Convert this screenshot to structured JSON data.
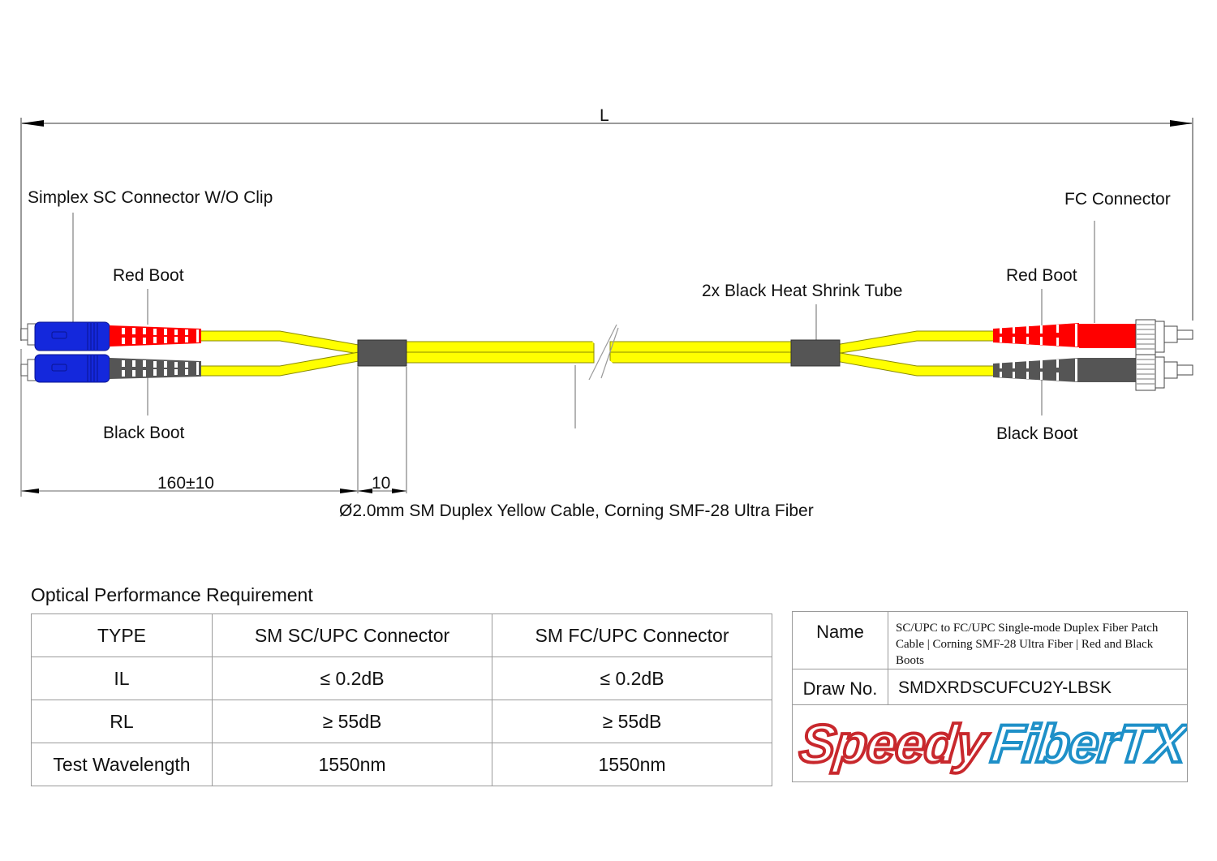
{
  "drawing": {
    "overall_length_label": "L",
    "labels": {
      "left_connector": "Simplex SC Connector W/O Clip",
      "left_red_boot": "Red Boot",
      "left_black_boot": "Black Boot",
      "heat_shrink": "2x Black Heat Shrink Tube",
      "right_connector": "FC Connector",
      "right_red_boot": "Red Boot",
      "right_black_boot": "Black Boot",
      "breakout_length": "160±10",
      "heat_shrink_length": "10",
      "cable_spec": "Ø2.0mm SM Duplex Yellow Cable, Corning SMF-28 Ultra Fiber"
    },
    "colors": {
      "cable": "#FFFF00",
      "sc_housing": "#1428DC",
      "red_boot": "#FF0000",
      "black_boot": "#555555",
      "heat_shrink": "#555555",
      "dimension_line": "#9a9a9a"
    }
  },
  "performance": {
    "title": "Optical Performance Requirement",
    "headers": [
      "TYPE",
      "SM SC/UPC Connector",
      "SM FC/UPC Connector"
    ],
    "rows": [
      [
        "IL",
        "≤ 0.2dB",
        "≤ 0.2dB"
      ],
      [
        "RL",
        "≥ 55dB",
        "≥ 55dB"
      ],
      [
        "Test Wavelength",
        "1550nm",
        "1550nm"
      ]
    ]
  },
  "info": {
    "name_label": "Name",
    "name_value": "SC/UPC to FC/UPC Single-mode Duplex Fiber Patch Cable | Corning SMF-28 Ultra Fiber | Red and Black Boots",
    "draw_no_label": "Draw No.",
    "draw_no_value": "SMDXRDSCUFCU2Y-LBSK",
    "logo_part1": "Speedy",
    "logo_part2": "FiberTX",
    "logo_color1": "#C8282D",
    "logo_color2": "#1E90C8"
  }
}
